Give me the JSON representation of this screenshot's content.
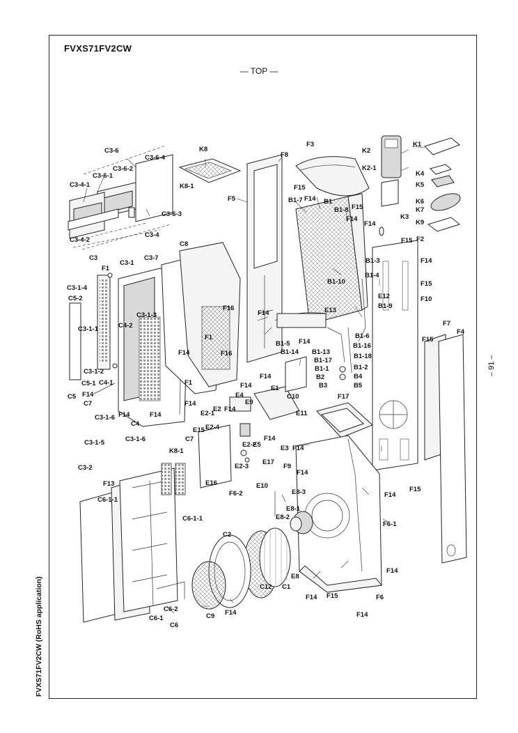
{
  "header": {
    "model": "FVXS71FV2CW",
    "top_label": "— TOP —"
  },
  "footer": {
    "model_note": "FVXS71FV2CW (RoHS application)",
    "page_number": "– 91 –"
  },
  "labels": {
    "C3_6": "C3-6",
    "C3_6_4": "C3-6-4",
    "C3_6_1": "C3-6-1",
    "C3_6_2": "C3-6-2",
    "C3_4_1": "C3-4-1",
    "C3_6_3": "C3-6-3",
    "C3_4": "C3-4",
    "C3_4_2": "C3-4-2",
    "K8": "K8",
    "K8_1": "K8-1",
    "F8": "F8",
    "F3": "F3",
    "F15_a": "F15",
    "F15_b": "F15",
    "F5": "F5",
    "B1_7": "B1-7",
    "F14_a": "F14",
    "B1": "B1",
    "B1_8": "B1-8",
    "F14_b": "F14",
    "K2": "K2",
    "K2_1": "K2-1",
    "K1": "K1",
    "K4": "K4",
    "K5": "K5",
    "K6": "K6",
    "K7": "K7",
    "K9": "K9",
    "K3": "K3",
    "F14_c": "F14",
    "F2": "F2",
    "F15_c": "F15",
    "F14_d": "F14",
    "B1_3": "B1-3",
    "B1_4": "B1-4",
    "F15_d": "F15",
    "B1_10": "B1-10",
    "E12": "E12",
    "B1_9": "B1-9",
    "F10": "F10",
    "C3": "C3",
    "C3_1": "C3-1",
    "C3_7": "C3-7",
    "C8": "C8",
    "F1_a": "F1",
    "C3_1_4": "C3-1-4",
    "C5_2": "C5-2",
    "C3_1_3": "C3-1-3",
    "F16_a": "F16",
    "C3_1_1": "C3-1-1",
    "C4_2": "C4-2",
    "F1_b": "F1",
    "F14_e": "F14",
    "F16_b": "F16",
    "C3_1_2": "C3-1-2",
    "C5_1": "C5-1",
    "C4_1": "C4-1",
    "F1_c": "F1",
    "C5": "C5",
    "F14_f": "F14",
    "E13": "E13",
    "B1_5": "B1-5",
    "B1_14": "B1-14",
    "B1_13": "B1-13",
    "B1_17": "B1-17",
    "B1_1": "B1-1",
    "B2": "B2",
    "B3": "B3",
    "B1_6": "B1-6",
    "B1_16": "B1-16",
    "B1_18": "B1-18",
    "B1_2": "B1-2",
    "B4": "B4",
    "B5": "B5",
    "F14_g": "F14",
    "F15_e": "F15",
    "F7": "F7",
    "F4": "F4",
    "F14_h": "F14",
    "F14_i": "F14",
    "C7_a": "C7",
    "F14_j": "F14",
    "E1": "E1",
    "E4": "E4",
    "E9": "E9",
    "F14_k": "F14",
    "C10": "C10",
    "F17": "F17",
    "F14_l": "F14",
    "C3_1_6_a": "C3-1-6",
    "C4": "C4",
    "F14_m": "F14",
    "E2_1": "E2-1",
    "E2": "E2",
    "F14_n": "F14",
    "E11": "E11",
    "E15": "E15",
    "E2_4": "E2-4",
    "C7_b": "C7",
    "C3_1_5": "C3-1-5",
    "C3_1_6_b": "C3-1-6",
    "E2_2": "E2-2",
    "E5": "E5",
    "F14_o": "F14",
    "E3": "E3",
    "F14_p": "F14",
    "F15_f": "F15",
    "E2_3": "E2-3",
    "E17": "E17",
    "C3_2": "C3-2",
    "K8_1b": "K8-1",
    "F9": "F9",
    "F14_q": "F14",
    "F13": "F13",
    "E16": "E16",
    "E10": "E10",
    "E8_3": "E8-3",
    "F6_2": "F6-2",
    "F14_r": "F14",
    "C6_1_1": "C6-1-1",
    "E8_1": "E8-1",
    "E8_2": "E8-2",
    "F6_1": "F6-1",
    "C6_1_1b": "C6-1-1",
    "C2": "C2",
    "E8": "E8",
    "F14_s": "F14",
    "C12": "C12",
    "C1": "C1",
    "F14_t": "F14",
    "F15_g": "F15",
    "F6": "F6",
    "C6_2": "C6-2",
    "C9": "C9",
    "F14_u": "F14",
    "C6_1": "C6-1",
    "C6": "C6",
    "F14_v": "F14"
  }
}
